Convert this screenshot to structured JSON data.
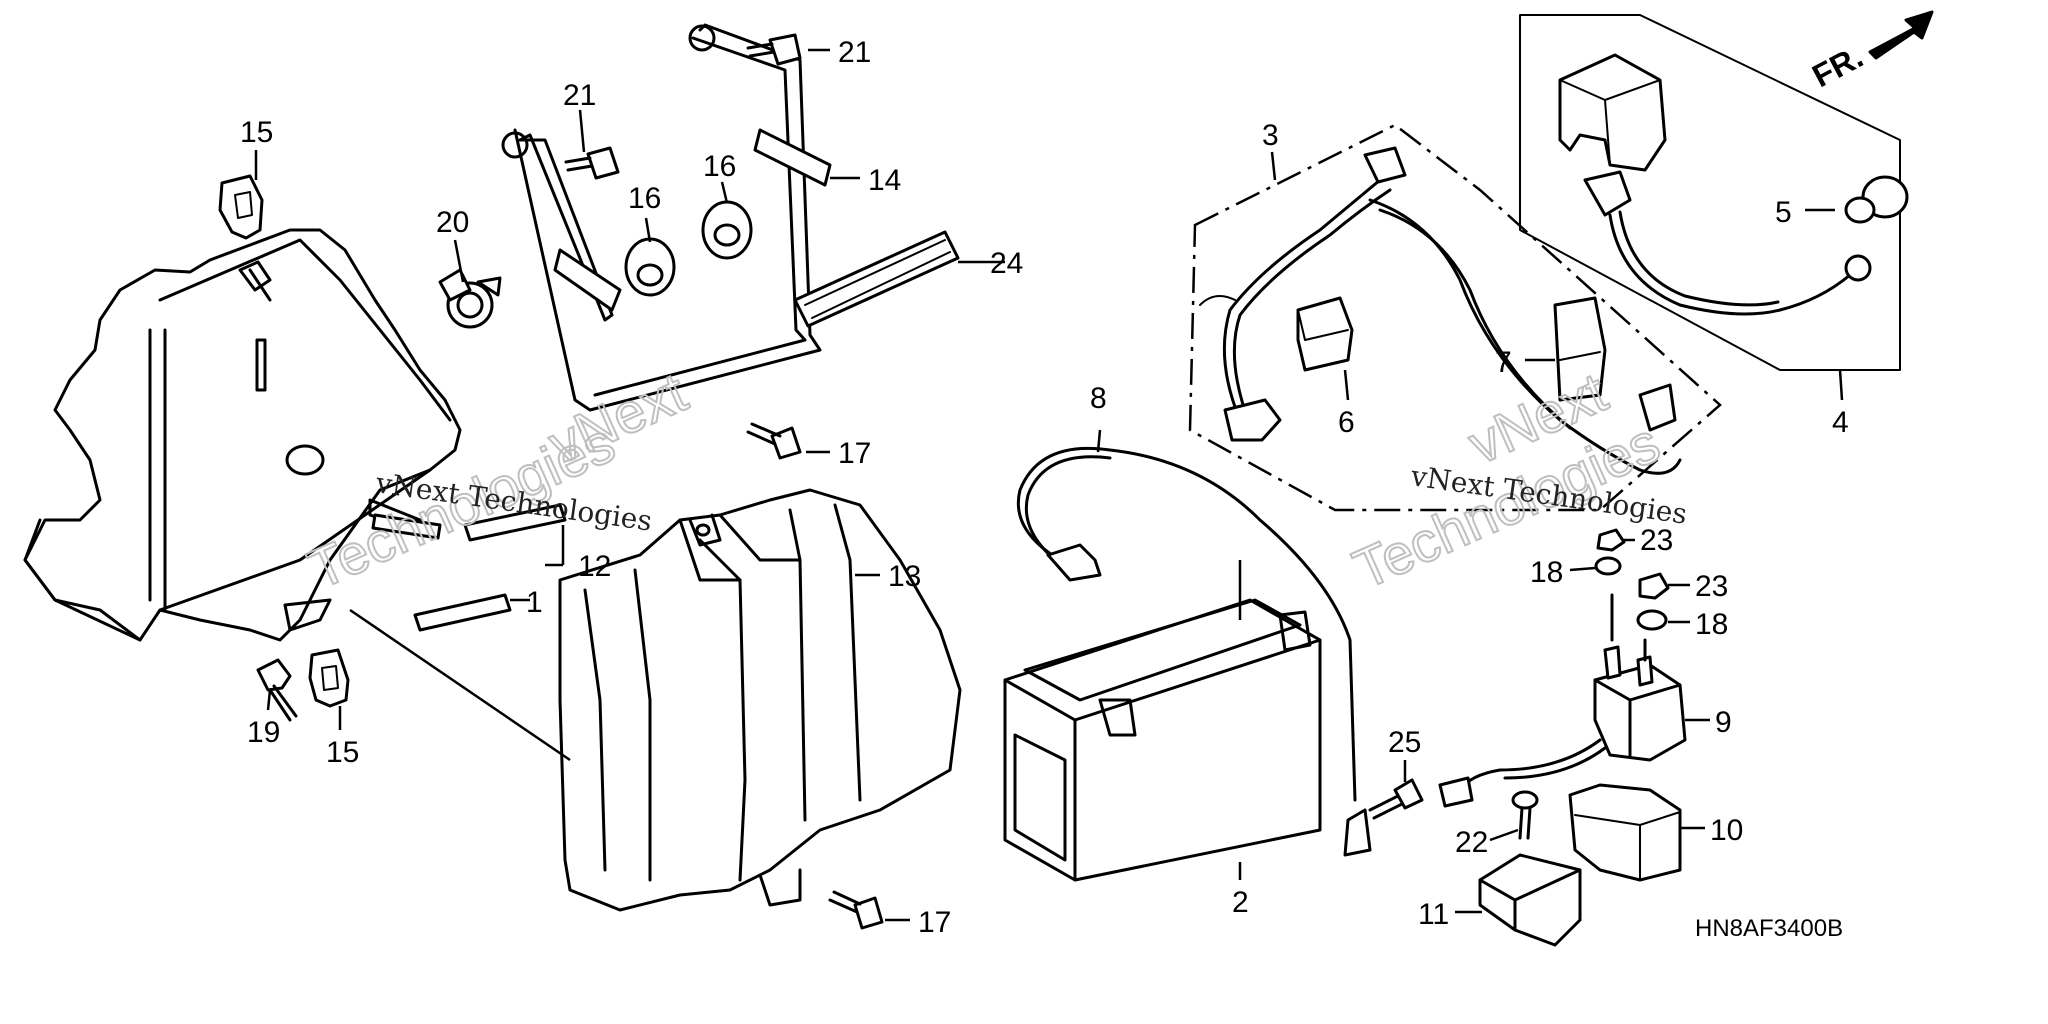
{
  "diagram": {
    "code": "HN8AF3400B",
    "direction_label": "FR.",
    "watermark_line1": "vNext Technologies",
    "watermark_line2_a": "vNext",
    "watermark_line2_b": "Technologies",
    "callouts": {
      "c15a": "15",
      "c15b": "15",
      "c20": "20",
      "c21a": "21",
      "c21b": "21",
      "c16a": "16",
      "c16b": "16",
      "c14": "14",
      "c24": "24",
      "c17a": "17",
      "c17b": "17",
      "c12": "12",
      "c1": "1",
      "c13": "13",
      "c19": "19",
      "c8": "8",
      "c2": "2",
      "c3": "3",
      "c6": "6",
      "c7": "7",
      "c4": "4",
      "c5": "5",
      "c23a": "23",
      "c23b": "23",
      "c18a": "18",
      "c18b": "18",
      "c9": "9",
      "c25": "25",
      "c22": "22",
      "c10": "10",
      "c11": "11"
    }
  }
}
